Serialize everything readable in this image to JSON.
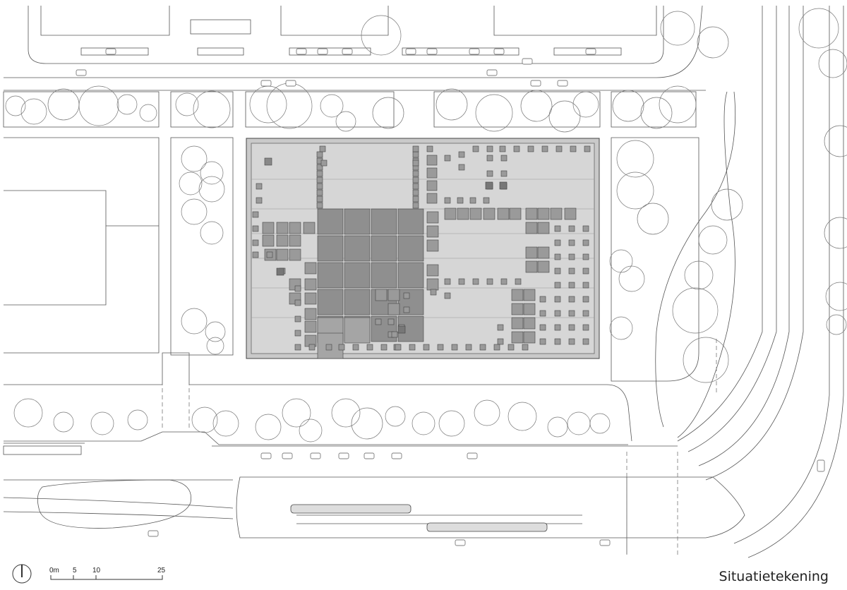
{
  "drawing": {
    "title": "Situatietekening",
    "scale": {
      "labels": [
        "0m",
        "5",
        "10",
        "25"
      ]
    },
    "north_arrow": "north-arrow-icon"
  }
}
